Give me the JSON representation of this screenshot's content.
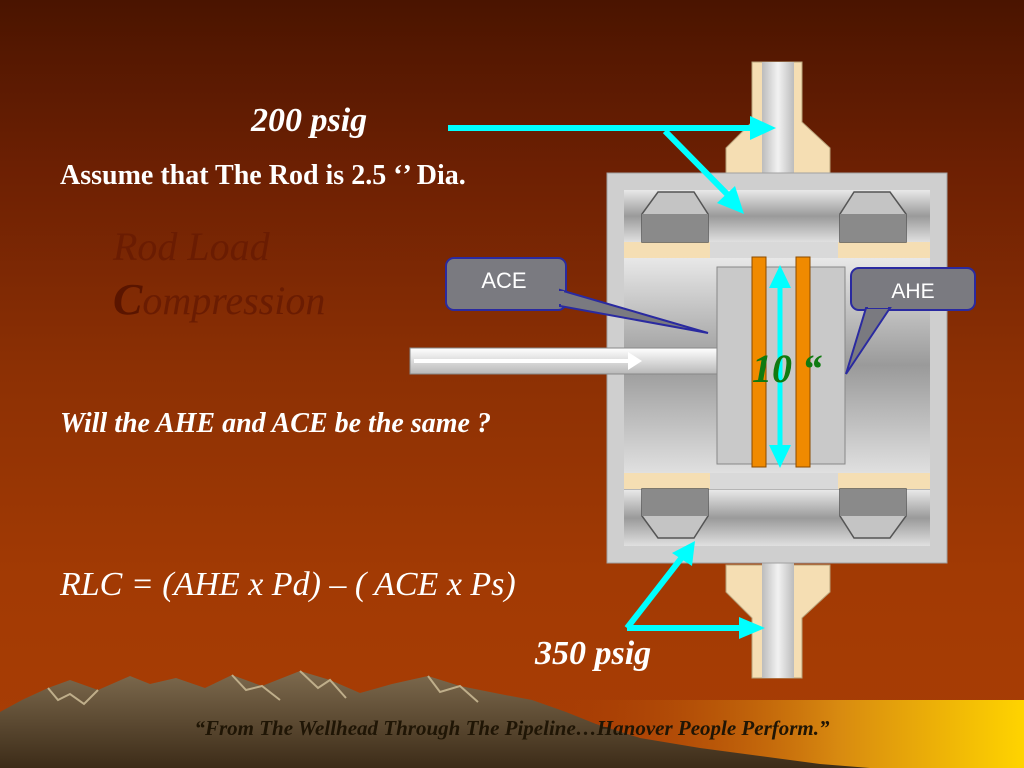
{
  "slide": {
    "title_line1": "Rod Load",
    "title_line2_initial": "C",
    "title_line2_rest": "ompression",
    "pressure_top": "200 psig",
    "rod_assumption": "Assume that The Rod is 2.5 ‘’ Dia.",
    "question": "Will the AHE and ACE be the same ?",
    "formula": "RLC = (AHE x Pd) – ( ACE x Ps)",
    "pressure_bottom": "350 psig",
    "footer": "“From The Wellhead Through The Pipeline…Hanover People Perform.”"
  },
  "diagram": {
    "ace_label": "ACE",
    "ahe_label": "AHE",
    "stroke_label": "10 “"
  },
  "colors": {
    "arrow": "#00ffff",
    "stroke_text": "#0f7a10",
    "callout_fill": "#7a7a80",
    "callout_border": "#2a2aa0",
    "piston_bar": "#f08a00",
    "valve_seat": "#f5deb3",
    "cylinder_gray": "#c8c8c8"
  }
}
